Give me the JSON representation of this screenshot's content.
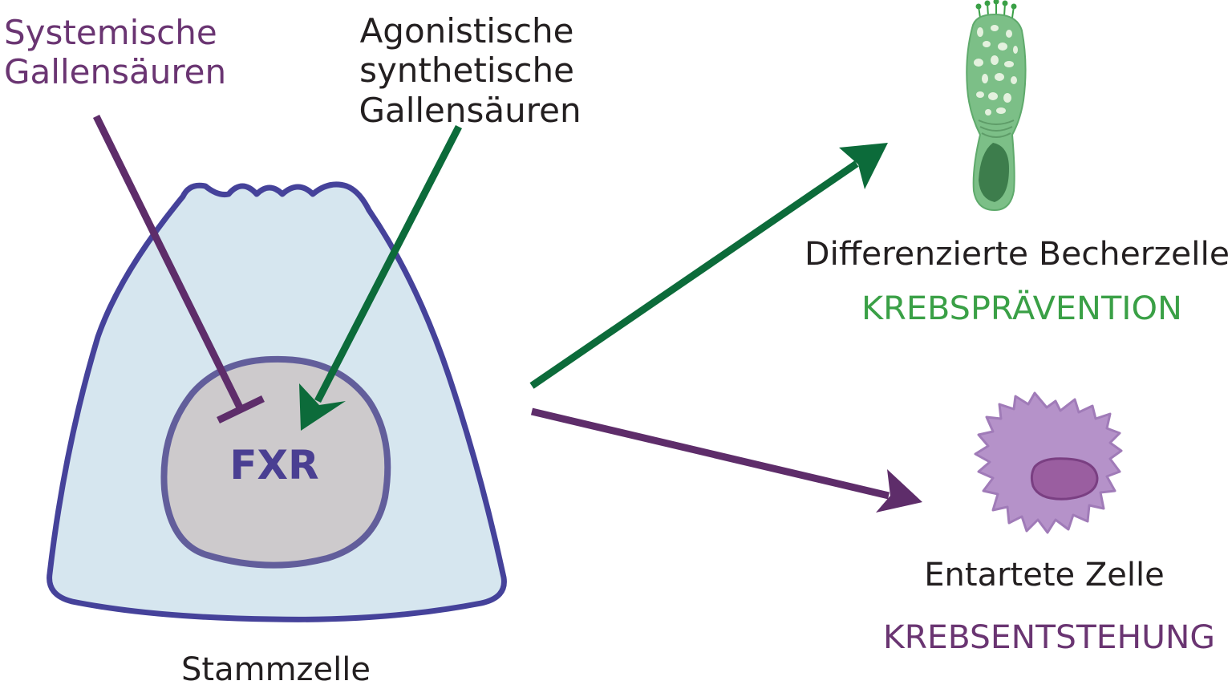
{
  "labels": {
    "systemic_line1": "Systemische",
    "systemic_line2": "Gallensäuren",
    "agonist_line1": "Agonistische",
    "agonist_line2": "synthetische",
    "agonist_line3": "Gallensäuren",
    "fxr": "FXR",
    "stem_cell": "Stammzelle",
    "goblet_cell": "Differenzierte Becherzelle",
    "prevention": "KREBSPRÄVENTION",
    "degenerate_cell": "Entartete Zelle",
    "carcinogenesis": "KREBSENTSTEHUNG"
  },
  "colors": {
    "purple": "#5e2d6a",
    "purple_text": "#6a3572",
    "dark_green": "#0c6b3a",
    "light_green": "#3aa046",
    "cell_outline": "#45429a",
    "cell_fill": "#d6e6ef",
    "nucleus_fill": "#cdcacc",
    "nucleus_outline": "#625e9b",
    "fxr_text": "#4a3f92",
    "goblet_fill": "#7cbf87",
    "goblet_dark": "#3d7d4c",
    "cancer_fill": "#b592c9",
    "cancer_nucleus": "#9a5ea0"
  }
}
